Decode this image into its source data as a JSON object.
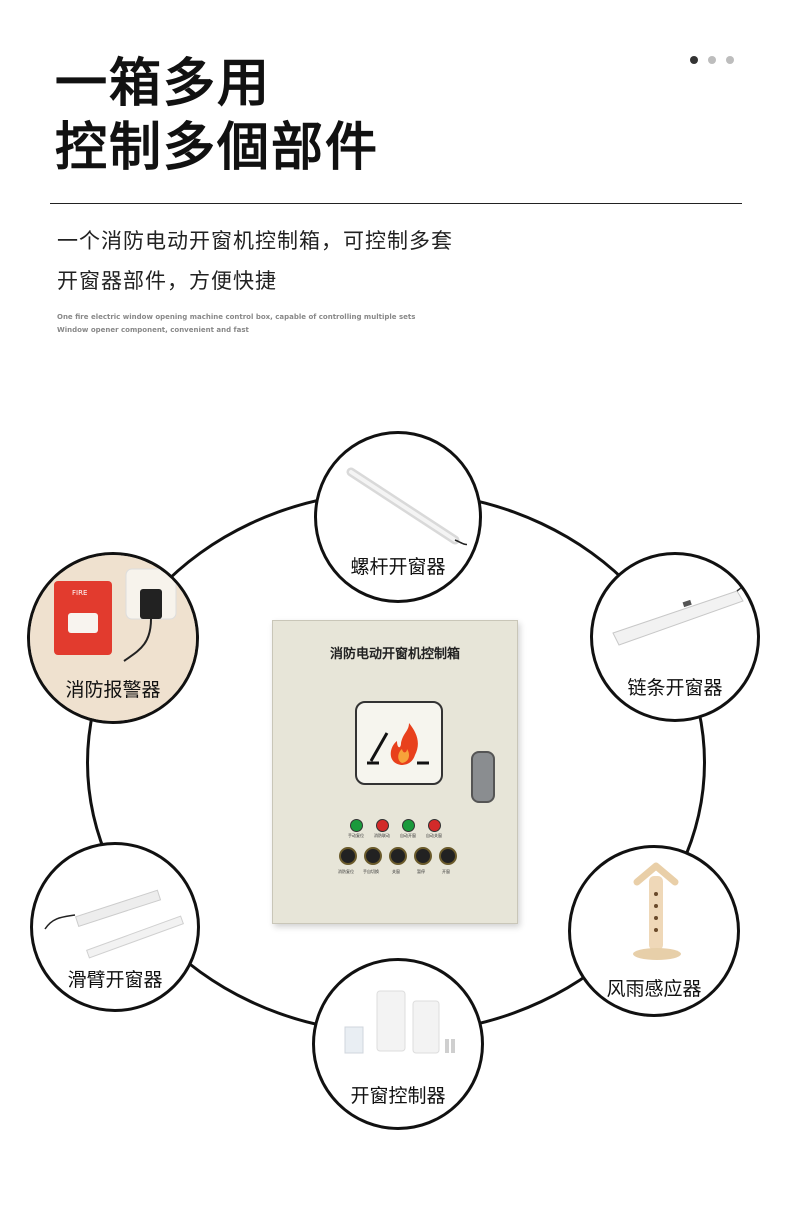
{
  "header": {
    "line1": "一箱多用",
    "line2": "控制多個部件",
    "sub1": "一个消防电动开窗机控制箱，可控制多套",
    "sub2": "开窗器部件，方便快捷",
    "en1": "One fire electric window opening machine control box, capable of controlling multiple sets",
    "en2": "Window opener component, convenient and fast"
  },
  "center": {
    "title": "消防电动开窗机控制箱",
    "lamp_labels": [
      "手动复位",
      "消防联动",
      "自动开窗",
      "自动关窗"
    ],
    "button_labels": [
      "消防复位",
      "手自切换",
      "关窗",
      "暂停",
      "开窗"
    ]
  },
  "nodes": {
    "top": "螺杆开窗器",
    "right_top": "链条开窗器",
    "right_bottom": "风雨感应器",
    "bottom": "开窗控制器",
    "left_bottom": "滑臂开窗器",
    "left_top": "消防报警器"
  },
  "colors": {
    "alarm_red": "#e23b2e",
    "lamp_green": "#1a9a3c",
    "lamp_red": "#d22a2a",
    "flame": "#e8401c"
  }
}
